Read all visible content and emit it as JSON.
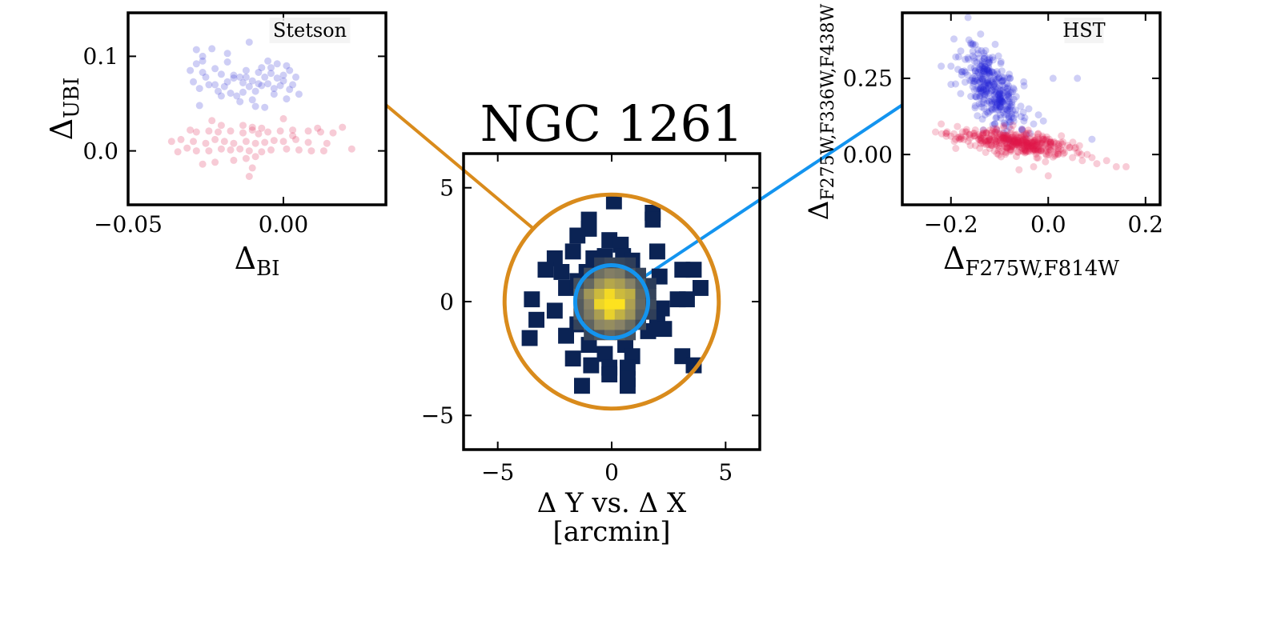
{
  "figure": {
    "title": "NGC 1261"
  },
  "chart_data": [
    {
      "id": "stetson",
      "type": "scatter",
      "label": "Stetson",
      "xlabel_main": "Δ",
      "xlabel_sub": "BI",
      "ylabel_main": "Δ",
      "ylabel_sub": "UBI",
      "xlim": [
        -0.05,
        0.033
      ],
      "ylim": [
        -0.057,
        0.146
      ],
      "xticks": [
        -0.05,
        0.0
      ],
      "xtick_labels": [
        "−0.05",
        "0.00"
      ],
      "yticks": [
        0.0,
        0.1
      ],
      "ytick_labels": [
        "0.0",
        "0.1"
      ],
      "series": [
        {
          "color": "#3b3bd6",
          "points": [
            [
              -0.028,
              0.107
            ],
            [
              -0.023,
              0.108
            ],
            [
              -0.026,
              0.1
            ],
            [
              -0.018,
              0.103
            ],
            [
              -0.011,
              0.115
            ],
            [
              -0.03,
              0.085
            ],
            [
              -0.028,
              0.092
            ],
            [
              -0.026,
              0.083
            ],
            [
              -0.025,
              0.078
            ],
            [
              -0.022,
              0.087
            ],
            [
              -0.02,
              0.081
            ],
            [
              -0.018,
              0.073
            ],
            [
              -0.016,
              0.08
            ],
            [
              -0.014,
              0.078
            ],
            [
              -0.012,
              0.085
            ],
            [
              -0.01,
              0.074
            ],
            [
              -0.008,
              0.083
            ],
            [
              -0.006,
              0.078
            ],
            [
              -0.004,
              0.082
            ],
            [
              -0.002,
              0.077
            ],
            [
              0.0,
              0.08
            ],
            [
              0.002,
              0.085
            ],
            [
              0.004,
              0.078
            ],
            [
              -0.029,
              0.073
            ],
            [
              -0.027,
              0.066
            ],
            [
              -0.024,
              0.07
            ],
            [
              -0.021,
              0.063
            ],
            [
              -0.019,
              0.068
            ],
            [
              -0.017,
              0.061
            ],
            [
              -0.015,
              0.058
            ],
            [
              -0.013,
              0.062
            ],
            [
              -0.011,
              0.068
            ],
            [
              -0.009,
              0.063
            ],
            [
              -0.007,
              0.069
            ],
            [
              -0.005,
              0.071
            ],
            [
              -0.003,
              0.066
            ],
            [
              -0.001,
              0.069
            ],
            [
              0.002,
              0.065
            ],
            [
              -0.014,
              0.052
            ],
            [
              -0.009,
              0.047
            ],
            [
              -0.006,
              0.046
            ],
            [
              -0.027,
              0.048
            ],
            [
              -0.005,
              0.095
            ],
            [
              -0.002,
              0.092
            ],
            [
              -0.02,
              0.058
            ],
            [
              0.005,
              0.06
            ],
            [
              0.003,
              0.07
            ],
            [
              -0.016,
              0.077
            ],
            [
              -0.012,
              0.078
            ],
            [
              -0.008,
              0.071
            ],
            [
              0.001,
              0.09
            ],
            [
              0.0,
              0.074
            ],
            [
              -0.004,
              0.088
            ],
            [
              -0.026,
              0.095
            ],
            [
              -0.01,
              0.054
            ],
            [
              -0.022,
              0.07
            ],
            [
              -0.018,
              0.094
            ],
            [
              -0.013,
              0.072
            ],
            [
              -0.007,
              0.088
            ],
            [
              -0.003,
              0.06
            ],
            [
              0.001,
              0.055
            ]
          ]
        },
        {
          "color": "#e0305a",
          "points": [
            [
              -0.03,
              0.022
            ],
            [
              -0.028,
              0.02
            ],
            [
              -0.024,
              0.021
            ],
            [
              -0.021,
              0.02
            ],
            [
              -0.017,
              0.021
            ],
            [
              -0.013,
              0.019
            ],
            [
              -0.01,
              0.022
            ],
            [
              -0.008,
              0.018
            ],
            [
              -0.005,
              0.02
            ],
            [
              -0.001,
              0.021
            ],
            [
              0.003,
              0.022
            ],
            [
              0.008,
              0.021
            ],
            [
              0.012,
              0.02
            ],
            [
              0.016,
              0.019
            ],
            [
              -0.036,
              0.01
            ],
            [
              -0.033,
              0.012
            ],
            [
              -0.029,
              0.01
            ],
            [
              -0.025,
              0.008
            ],
            [
              -0.022,
              0.012
            ],
            [
              -0.019,
              0.01
            ],
            [
              -0.016,
              0.008
            ],
            [
              -0.012,
              0.01
            ],
            [
              -0.009,
              0.008
            ],
            [
              -0.006,
              0.009
            ],
            [
              -0.003,
              0.011
            ],
            [
              0.0,
              0.01
            ],
            [
              0.004,
              0.012
            ],
            [
              0.008,
              0.009
            ],
            [
              0.014,
              0.008
            ],
            [
              -0.034,
              -0.001
            ],
            [
              -0.031,
              0.003
            ],
            [
              -0.028,
              0.0
            ],
            [
              -0.024,
              0.0
            ],
            [
              -0.02,
              0.002
            ],
            [
              -0.017,
              0.001
            ],
            [
              -0.014,
              0.002
            ],
            [
              -0.011,
              0.0
            ],
            [
              -0.007,
              -0.001
            ],
            [
              -0.004,
              0.001
            ],
            [
              0.001,
              0.002
            ],
            [
              0.005,
              0.001
            ],
            [
              0.009,
              0.0
            ],
            [
              0.022,
              0.002
            ],
            [
              -0.026,
              -0.014
            ],
            [
              -0.022,
              -0.012
            ],
            [
              -0.016,
              -0.01
            ],
            [
              -0.012,
              -0.008
            ],
            [
              -0.01,
              -0.018
            ],
            [
              -0.011,
              -0.027
            ],
            [
              -0.009,
              -0.006
            ],
            [
              -0.023,
              0.032
            ],
            [
              -0.02,
              0.027
            ],
            [
              -0.013,
              0.027
            ],
            [
              -0.01,
              0.025
            ],
            [
              -0.007,
              0.024
            ],
            [
              0.0,
              0.034
            ],
            [
              0.003,
              0.016
            ],
            [
              0.013,
              0.0
            ],
            [
              0.019,
              0.025
            ],
            [
              0.011,
              0.024
            ]
          ]
        }
      ]
    },
    {
      "id": "center",
      "type": "heatmap",
      "title": "NGC 1261",
      "xlabel": "Δ Y vs. Δ X",
      "xlabel2": "[arcmin]",
      "xlim": [
        -6.5,
        6.5
      ],
      "ylim": [
        -6.5,
        6.5
      ],
      "xticks": [
        -5,
        0,
        5
      ],
      "xtick_labels": [
        "−5",
        "0",
        "5"
      ],
      "yticks": [
        -5,
        0,
        5
      ],
      "ytick_labels": [
        "−5",
        "0",
        "5"
      ],
      "bin_size": 0.7,
      "outer_circle": {
        "center": [
          0,
          0
        ],
        "radius": 4.7,
        "color": "#d98b1c"
      },
      "inner_circle": {
        "center": [
          0,
          0
        ],
        "radius": 1.6,
        "color": "#1394ef"
      },
      "sparse_cells": [
        [
          0.1,
          4.4
        ],
        [
          1.8,
          3.9
        ],
        [
          -1.0,
          3.6
        ],
        [
          1.8,
          3.6
        ],
        [
          -1.0,
          3.2
        ],
        [
          -1.5,
          2.9
        ],
        [
          -0.1,
          2.7
        ],
        [
          0.4,
          2.5
        ],
        [
          2.0,
          2.2
        ],
        [
          -1.7,
          2.2
        ],
        [
          -2.5,
          1.9
        ],
        [
          -0.8,
          1.9
        ],
        [
          -0.3,
          2.0
        ],
        [
          0.5,
          2.0
        ],
        [
          0.9,
          1.8
        ],
        [
          -2.9,
          1.4
        ],
        [
          -2.2,
          1.3
        ],
        [
          3.1,
          1.4
        ],
        [
          3.6,
          1.4
        ],
        [
          -1.1,
          1.3
        ],
        [
          2.1,
          1.1
        ],
        [
          -2.0,
          0.6
        ],
        [
          -1.5,
          0.9
        ],
        [
          3.9,
          0.6
        ],
        [
          -3.5,
          0.1
        ],
        [
          2.9,
          0.1
        ],
        [
          3.3,
          0.1
        ],
        [
          -2.5,
          -0.4
        ],
        [
          2.2,
          -0.3
        ],
        [
          -3.3,
          -0.8
        ],
        [
          2.0,
          -0.8
        ],
        [
          -1.5,
          -1.0
        ],
        [
          1.6,
          -1.3
        ],
        [
          -3.6,
          -1.6
        ],
        [
          -2.0,
          -1.5
        ],
        [
          2.3,
          -1.2
        ],
        [
          -1.0,
          -1.9
        ],
        [
          0.6,
          -1.9
        ],
        [
          -1.7,
          -2.5
        ],
        [
          -0.3,
          -2.3
        ],
        [
          0.9,
          -2.4
        ],
        [
          3.1,
          -2.4
        ],
        [
          -0.9,
          -2.8
        ],
        [
          -0.1,
          -2.9
        ],
        [
          0.7,
          -2.9
        ],
        [
          3.6,
          -2.8
        ],
        [
          -0.1,
          -3.2
        ],
        [
          0.7,
          -3.4
        ],
        [
          -1.3,
          -3.7
        ],
        [
          0.7,
          -3.7
        ]
      ],
      "core": {
        "sigma": 0.95,
        "extent": 1.9,
        "peak_color": "#fde21f",
        "mid_color": "#8a8466",
        "edge_color": "#0b2354"
      }
    },
    {
      "id": "hst",
      "type": "scatter",
      "label": "HST",
      "xlabel_main": "Δ",
      "xlabel_sub": "F275W,F814W",
      "ylabel_main": "Δ",
      "ylabel_sub": "F275W,F336W,F438W",
      "xlim": [
        -0.3,
        0.23
      ],
      "ylim": [
        -0.165,
        0.465
      ],
      "xticks": [
        -0.2,
        0.0,
        0.2
      ],
      "xtick_labels": [
        "−0.2",
        "0.0",
        "0.2"
      ],
      "yticks": [
        0.0,
        0.25
      ],
      "ytick_labels": [
        "0.00",
        "0.25"
      ],
      "series": [
        {
          "color": "#2323d8",
          "cluster": {
            "center": [
              -0.115,
              0.22
            ],
            "spread": [
              0.028,
              0.055
            ],
            "slope": -1.4,
            "count": 330,
            "seed": 11
          },
          "points": [
            [
              -0.2,
              0.29
            ],
            [
              -0.22,
              0.29
            ],
            [
              -0.19,
              0.32
            ],
            [
              -0.15,
              0.36
            ],
            [
              -0.17,
              0.27
            ],
            [
              -0.2,
              0.23
            ],
            [
              -0.18,
              0.2
            ],
            [
              -0.15,
              0.16
            ],
            [
              -0.13,
              0.13
            ],
            [
              -0.11,
              0.1
            ],
            [
              -0.08,
              0.09
            ],
            [
              -0.05,
              0.11
            ],
            [
              -0.03,
              0.1
            ],
            [
              0.01,
              0.25
            ],
            [
              0.06,
              0.25
            ],
            [
              0.09,
              0.05
            ],
            [
              -0.02,
              0.13
            ],
            [
              -0.01,
              0.11
            ],
            [
              -0.04,
              0.15
            ]
          ]
        },
        {
          "color": "#e01848",
          "cluster": {
            "center": [
              -0.07,
              0.04
            ],
            "spread": [
              0.055,
              0.018
            ],
            "slope": -0.22,
            "count": 380,
            "seed": 23
          },
          "points": [
            [
              -0.22,
              0.1
            ],
            [
              -0.21,
              0.07
            ],
            [
              -0.2,
              0.06
            ],
            [
              -0.18,
              0.05
            ],
            [
              -0.17,
              0.06
            ],
            [
              -0.16,
              0.03
            ],
            [
              -0.19,
              0.02
            ],
            [
              -0.12,
              0.02
            ],
            [
              0.02,
              0.0
            ],
            [
              0.05,
              -0.01
            ],
            [
              0.07,
              -0.02
            ],
            [
              0.09,
              -0.01
            ],
            [
              0.1,
              -0.03
            ],
            [
              0.12,
              -0.02
            ],
            [
              0.14,
              -0.04
            ],
            [
              0.16,
              -0.04
            ],
            [
              0.0,
              -0.07
            ],
            [
              -0.06,
              -0.05
            ],
            [
              -0.03,
              -0.04
            ],
            [
              0.04,
              0.03
            ],
            [
              0.08,
              0.0
            ]
          ]
        }
      ]
    }
  ]
}
